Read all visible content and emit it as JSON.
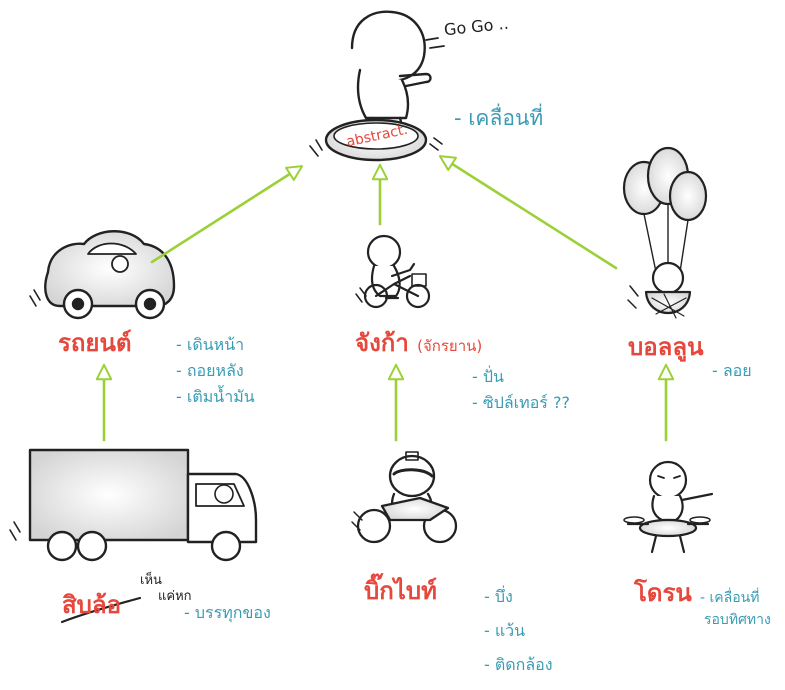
{
  "colors": {
    "ink": "#222222",
    "class_name": "#e5483c",
    "note": "#3a9cb4",
    "arrow": "#9bd137",
    "shade": "#c9c9c9"
  },
  "root": {
    "speech": "Go Go ..",
    "badge": "abstract.",
    "method": "- เคลื่อนที่"
  },
  "classes": {
    "car": {
      "name": "รถยนต์",
      "methods": [
        "- เดินหน้า",
        "- ถอยหลัง",
        "- เติมน้ำมัน"
      ]
    },
    "bicycle": {
      "name": "จังก้า",
      "name_note": "(จักรยาน)",
      "methods": [
        "- ปั่น",
        "- ซิปล์เทอร์ ??"
      ]
    },
    "balloon": {
      "name": "บอลลูน",
      "methods": [
        "- ลอย"
      ]
    },
    "truck": {
      "name_struck": "สิบล้อ",
      "name_fix_top": "เห็น",
      "name_fix_bottom": "แค่หก",
      "methods": [
        "- บรรทุกของ"
      ]
    },
    "bigbike": {
      "name": "บิ๊กไบท์",
      "methods": [
        "- บึ่ง",
        "- แว้น",
        "- ติดกล้อง"
      ]
    },
    "drone": {
      "name": "โดรน",
      "methods": [
        "- เคลื่อนที่",
        "รอบทิศทาง"
      ]
    }
  }
}
